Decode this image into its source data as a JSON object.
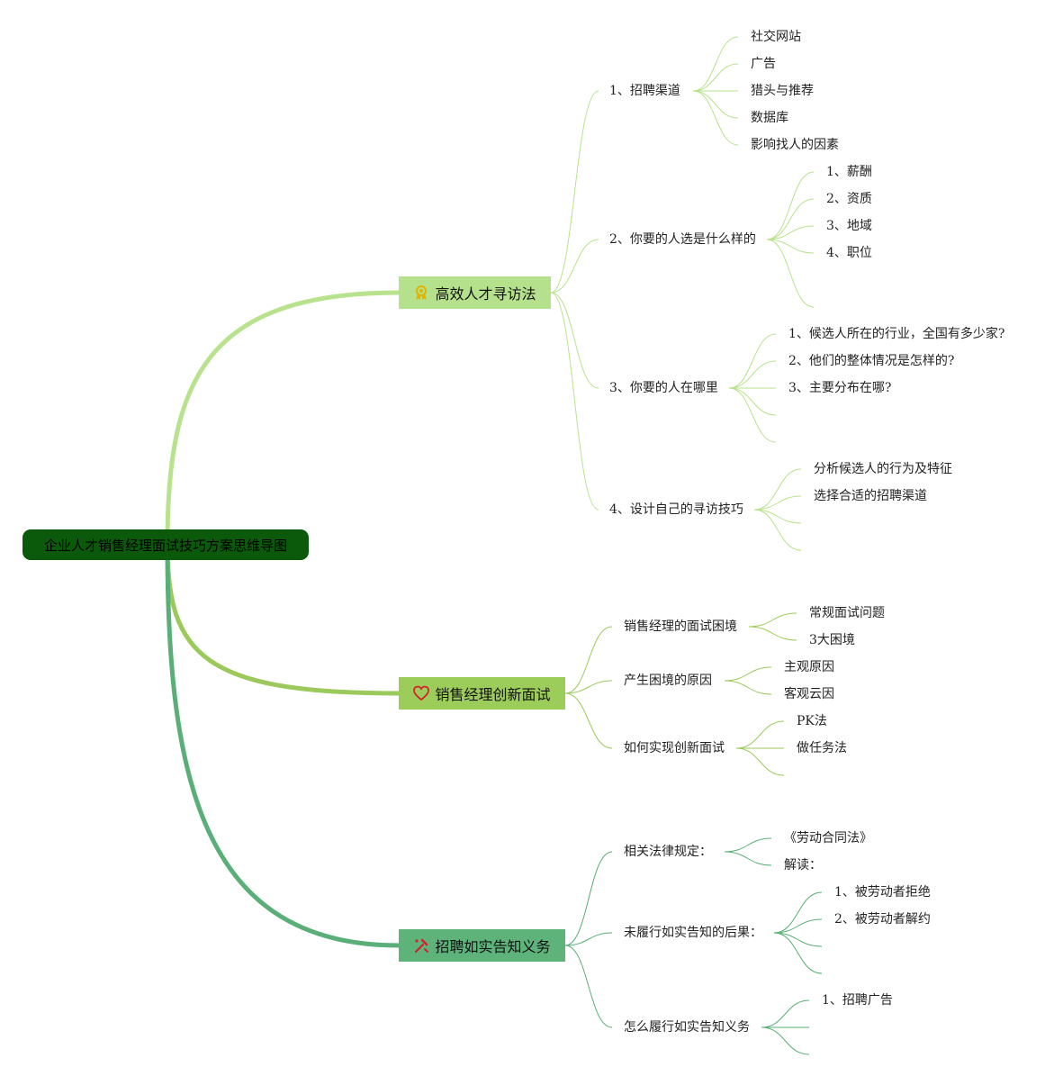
{
  "root": {
    "label": "企业人才销售经理面试技巧方案思维导图",
    "color": "#0b5a0b"
  },
  "branches": [
    {
      "label": "高效人才寻访法",
      "icon": "ribbon-badge-icon",
      "color": "#b5e08c",
      "line_color": "#b8e28e",
      "children": [
        {
          "label": "1、招聘渠道",
          "children": [
            "社交网站",
            "广告",
            "猎头与推荐",
            "数据库",
            "影响找人的因素"
          ]
        },
        {
          "label": "2、你要的人选是什么样的",
          "children": [
            "1、薪酬",
            "2、资质",
            "3、地域",
            "4、职位",
            ""
          ]
        },
        {
          "label": "3、你要的人在哪里",
          "children": [
            "1、候选人所在的行业，全国有多少家?",
            "2、他们的整体情况是怎样的?",
            "3、主要分布在哪?",
            "",
            ""
          ]
        },
        {
          "label": "4、设计自己的寻访技巧",
          "children": [
            "分析候选人的行为及特征",
            "选择合适的招聘渠道",
            "",
            ""
          ]
        }
      ]
    },
    {
      "label": "销售经理创新面试",
      "icon": "heart-icon",
      "color": "#9ccc5a",
      "line_color": "#9cc95c",
      "children": [
        {
          "label": "销售经理的面试困境",
          "children": [
            "常规面试问题",
            "3大困境"
          ]
        },
        {
          "label": "产生困境的原因",
          "children": [
            "主观原因",
            "客观云因"
          ]
        },
        {
          "label": "如何实现创新面试",
          "children": [
            "PK法",
            "做任务法",
            ""
          ]
        }
      ]
    },
    {
      "label": "招聘如实告知义务",
      "icon": "tools-icon",
      "color": "#5db37a",
      "line_color": "#5aae77",
      "children": [
        {
          "label": "相关法律规定：",
          "children": [
            "《劳动合同法》",
            "解读："
          ]
        },
        {
          "label": "未履行如实告知的后果：",
          "children": [
            "1、被劳动者拒绝",
            "2、被劳动者解约",
            "",
            ""
          ]
        },
        {
          "label": "怎么履行如实告知义务",
          "children": [
            "1、招聘广告",
            "",
            ""
          ]
        }
      ]
    }
  ]
}
